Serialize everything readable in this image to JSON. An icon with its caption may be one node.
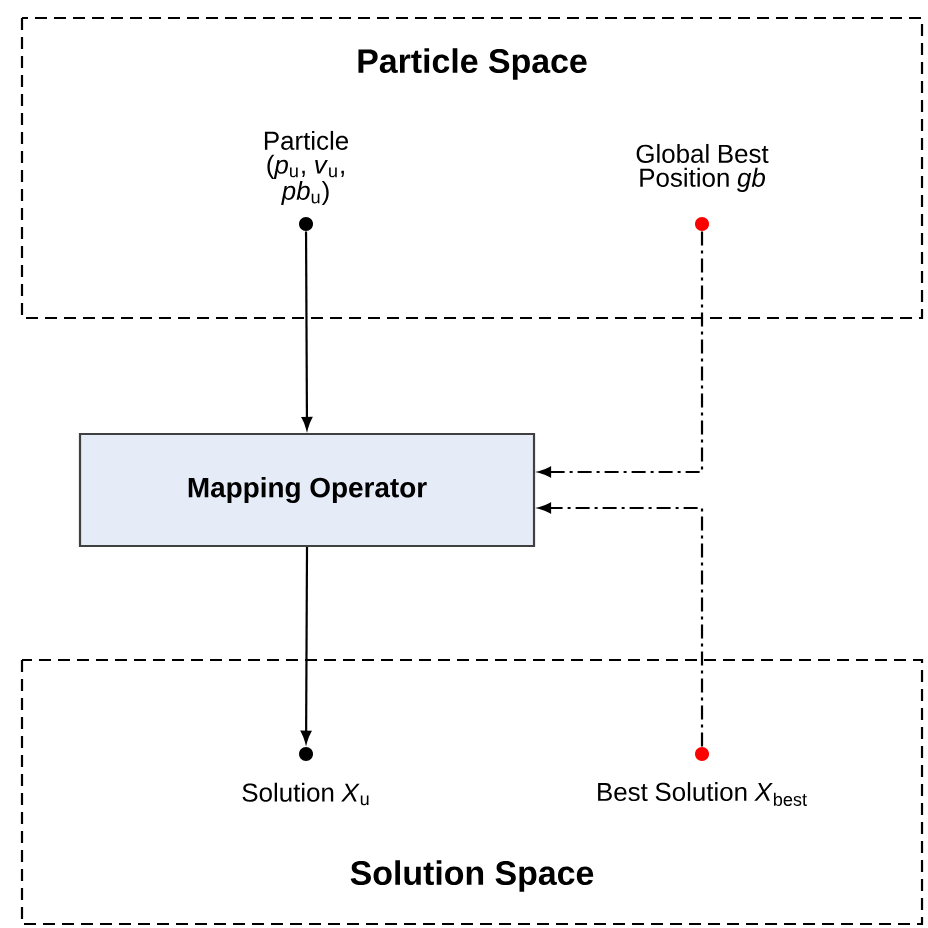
{
  "diagram": {
    "nodes": [
      {
        "text": [
          "Particle Space"
        ]
      },
      {
        "text": [],
        "shape": "circle",
        "in": 0,
        "beside": [
          "Particle (*p*$_{u}$, *v*$_{u}$, *pb*$_{u}$)"
        ]
      },
      {
        "text": [],
        "shape": "circle",
        "in": 0,
        "beside": [
          "Global Best Position *gb*"
        ]
      },
      {
        "text": [
          "Mapping Operator"
        ]
      },
      {
        "text": [
          "Solution Space"
        ]
      },
      {
        "text": [],
        "shape": "circle",
        "in": 4,
        "beside": [
          "Solution *X*$_{u}$"
        ]
      },
      {
        "text": [],
        "shape": "circle",
        "in": 4,
        "beside": [
          "Best Solution *X*$_{best}$"
        ]
      }
    ],
    "edges": [
      {
        "from": 1,
        "to": 3,
        "arrow": "to"
      },
      {
        "from": 2,
        "to": 3,
        "arrow": "to",
        "style": "dashed"
      },
      {
        "from": 3,
        "to": 5,
        "arrow": "to"
      },
      {
        "from": 6,
        "to": 3,
        "arrow": "to",
        "style": "dashed"
      }
    ]
  }
}
